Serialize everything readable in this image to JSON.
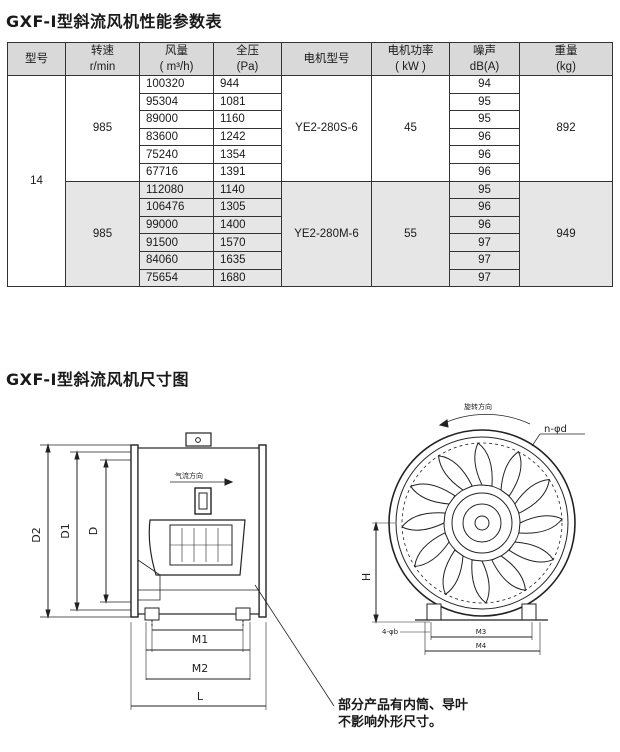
{
  "table_title": "GXF-Ⅰ型斜流风机性能参数表",
  "drawing_title": "GXF-Ⅰ型斜流风机尺寸图",
  "headers": {
    "model": "型号",
    "speed": "转速",
    "speed_unit": "r/min",
    "airflow": "风量",
    "airflow_unit": "( m³/h)",
    "pressure": "全压",
    "pressure_unit": "(Pa)",
    "motor_model": "电机型号",
    "motor_power": "电机功率",
    "motor_power_unit": "( kW )",
    "noise": "噪声",
    "noise_unit": "dB(A)",
    "weight": "重量",
    "weight_unit": "(kg)"
  },
  "model": "14",
  "groups": [
    {
      "speed": "985",
      "motor_model": "YE2-280S-6",
      "power": "45",
      "weight": "892",
      "rows": [
        {
          "airflow": "100320",
          "pressure": "944",
          "noise": "94"
        },
        {
          "airflow": "95304",
          "pressure": "1081",
          "noise": "95"
        },
        {
          "airflow": "89000",
          "pressure": "1160",
          "noise": "95"
        },
        {
          "airflow": "83600",
          "pressure": "1242",
          "noise": "96"
        },
        {
          "airflow": "75240",
          "pressure": "1354",
          "noise": "96"
        },
        {
          "airflow": "67716",
          "pressure": "1391",
          "noise": "96"
        }
      ]
    },
    {
      "speed": "985",
      "motor_model": "YE2-280M-6",
      "power": "55",
      "weight": "949",
      "rows": [
        {
          "airflow": "112080",
          "pressure": "1140",
          "noise": "95"
        },
        {
          "airflow": "106476",
          "pressure": "1305",
          "noise": "96"
        },
        {
          "airflow": "99000",
          "pressure": "1400",
          "noise": "96"
        },
        {
          "airflow": "91500",
          "pressure": "1570",
          "noise": "97"
        },
        {
          "airflow": "84060",
          "pressure": "1635",
          "noise": "97"
        },
        {
          "airflow": "75654",
          "pressure": "1680",
          "noise": "97"
        }
      ]
    }
  ],
  "drawing_labels": {
    "d2": "D2",
    "d1": "D1",
    "d": "D",
    "m1": "M1",
    "m2": "M2",
    "l": "L",
    "airflow_direction": "气流方向",
    "rotation_direction": "旋转方向",
    "holes": "n-φd",
    "h": "H",
    "m3": "M3",
    "m4": "M4",
    "mount_holes": "4-φb"
  },
  "note_line1": "部分产品有内筒、导叶",
  "note_line2": "不影响外形尺寸。"
}
